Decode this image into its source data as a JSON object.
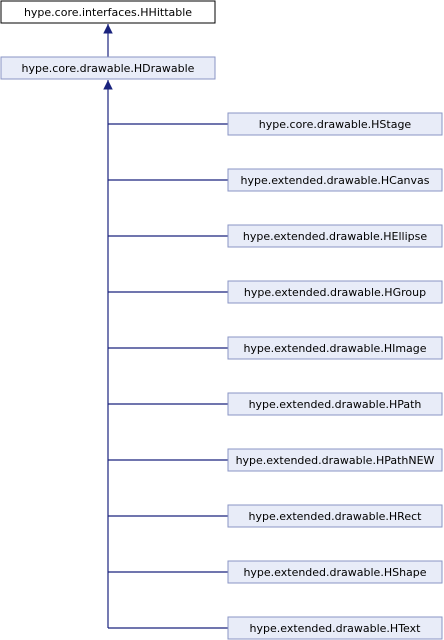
{
  "diagram": {
    "root": {
      "label": "hype.core.interfaces.HHittable"
    },
    "parent": {
      "label": "hype.core.drawable.HDrawable"
    },
    "children": [
      {
        "label": "hype.core.drawable.HStage"
      },
      {
        "label": "hype.extended.drawable.HCanvas"
      },
      {
        "label": "hype.extended.drawable.HEllipse"
      },
      {
        "label": "hype.extended.drawable.HGroup"
      },
      {
        "label": "hype.extended.drawable.HImage"
      },
      {
        "label": "hype.extended.drawable.HPath"
      },
      {
        "label": "hype.extended.drawable.HPathNEW"
      },
      {
        "label": "hype.extended.drawable.HRect"
      },
      {
        "label": "hype.extended.drawable.HShape"
      },
      {
        "label": "hype.extended.drawable.HText"
      }
    ],
    "colors": {
      "edge": "#1a237e",
      "root_border": "#000000",
      "root_fill": "#ffffff",
      "node_border": "#8a95c5",
      "node_fill": "#e8ecf8"
    }
  }
}
